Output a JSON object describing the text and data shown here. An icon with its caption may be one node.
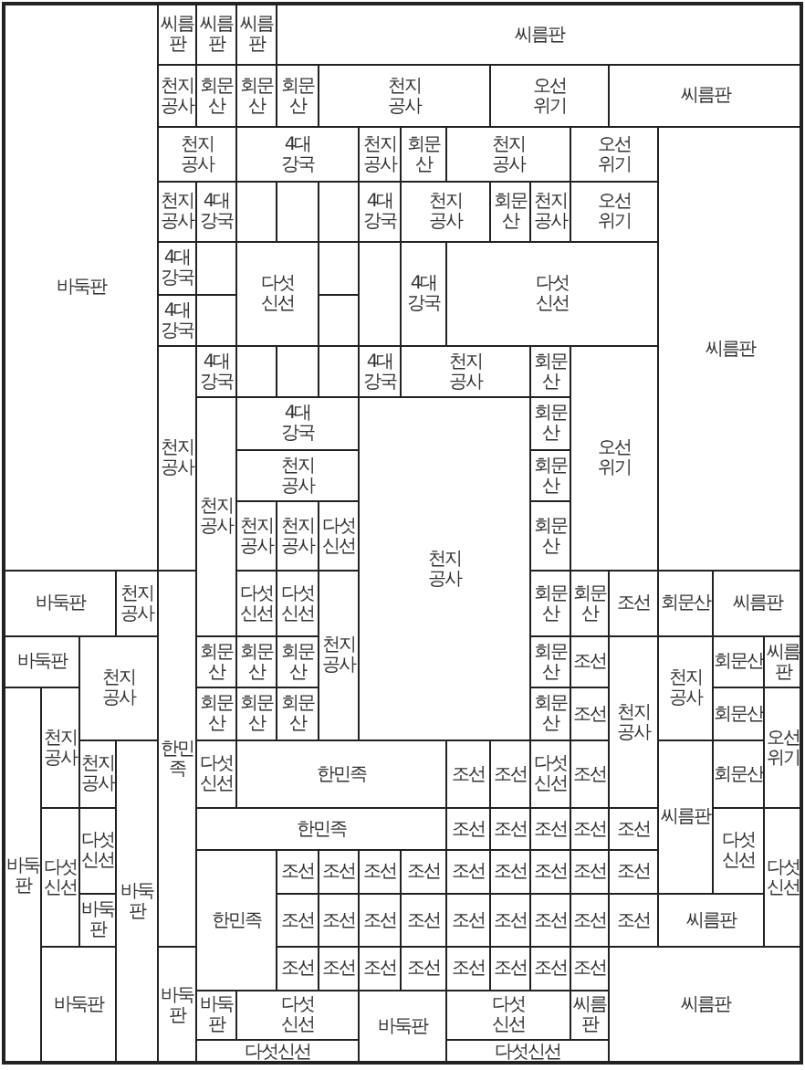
{
  "diagram": {
    "nodes": [
      {
        "text": [
          "바둑판"
        ]
      },
      {
        "text": [
          "씨름판"
        ]
      },
      {
        "text": [
          "씨름판"
        ]
      },
      {
        "text": [
          "씨름판"
        ]
      },
      {
        "text": [
          "씨름판"
        ]
      },
      {
        "text": [
          "천지 공사"
        ]
      },
      {
        "text": [
          "회문산"
        ]
      },
      {
        "text": [
          "회문산"
        ]
      },
      {
        "text": [
          "회문산"
        ]
      },
      {
        "text": [
          "천지 공사"
        ]
      },
      {
        "text": [
          "오선 위기"
        ]
      },
      {
        "text": [
          "씨름판"
        ]
      },
      {
        "text": [
          "천지 공사"
        ]
      },
      {
        "text": [
          "4대 강국"
        ]
      },
      {
        "text": [
          "천지 공사"
        ]
      },
      {
        "text": [
          "회문산"
        ]
      },
      {
        "text": [
          "천지 공사"
        ]
      },
      {
        "text": [
          "오선 위기"
        ]
      },
      {
        "text": [
          "씨름판"
        ]
      },
      {
        "text": [
          "천지 공사"
        ]
      },
      {
        "text": [
          "4대 강국"
        ]
      },
      {
        "text": [
          "4대 강국"
        ]
      },
      {
        "text": [
          "천지 공사"
        ]
      },
      {
        "text": [
          "회문산"
        ]
      },
      {
        "text": [
          "천지 공사"
        ]
      },
      {
        "text": [
          "오선 위기"
        ]
      },
      {
        "text": [
          "4대 강국"
        ]
      },
      {
        "text": [
          "다섯 신선"
        ]
      },
      {
        "text": [
          "4대 강국"
        ]
      },
      {
        "text": [
          "다섯 신선"
        ]
      },
      {
        "text": [
          "4대 강국"
        ]
      },
      {
        "text": [
          "천지 공사"
        ]
      },
      {
        "text": [
          "4대 강국"
        ]
      },
      {
        "text": [
          "4대 강국"
        ]
      },
      {
        "text": [
          "천지 공사"
        ]
      },
      {
        "text": [
          "회문산"
        ]
      },
      {
        "text": [
          "오선 위기"
        ]
      },
      {
        "text": [
          "천지 공사"
        ]
      },
      {
        "text": [
          "4대 강국"
        ]
      },
      {
        "text": [
          "천지 공사"
        ]
      },
      {
        "text": [
          "회문산"
        ]
      },
      {
        "text": [
          "천지 공사"
        ]
      },
      {
        "text": [
          "회문산"
        ]
      },
      {
        "text": [
          "천지 공사"
        ]
      },
      {
        "text": [
          "천지 공사"
        ]
      },
      {
        "text": [
          "다섯 신선"
        ]
      },
      {
        "text": [
          "회문산"
        ]
      },
      {
        "text": [
          "바둑판"
        ]
      },
      {
        "text": [
          "천지 공사"
        ]
      },
      {
        "text": [
          "한민족"
        ]
      },
      {
        "text": [
          "다섯 신선"
        ]
      },
      {
        "text": [
          "다섯 신선"
        ]
      },
      {
        "text": [
          "천지 공사"
        ]
      },
      {
        "text": [
          "회문산"
        ]
      },
      {
        "text": [
          "회문산"
        ]
      },
      {
        "text": [
          "조선"
        ]
      },
      {
        "text": [
          "회문산"
        ]
      },
      {
        "text": [
          "씨름판"
        ]
      },
      {
        "text": [
          "바둑판"
        ]
      },
      {
        "text": [
          "천지 공사"
        ]
      },
      {
        "text": [
          "회문산"
        ]
      },
      {
        "text": [
          "회문산"
        ]
      },
      {
        "text": [
          "회문산"
        ]
      },
      {
        "text": [
          "회문산"
        ]
      },
      {
        "text": [
          "조선"
        ]
      },
      {
        "text": [
          "천지 공사"
        ]
      },
      {
        "text": [
          "천지 공사"
        ]
      },
      {
        "text": [
          "회문산"
        ]
      },
      {
        "text": [
          "씨름판"
        ]
      },
      {
        "text": [
          "바둑판"
        ]
      },
      {
        "text": [
          "천지 공사"
        ]
      },
      {
        "text": [
          "회문산"
        ]
      },
      {
        "text": [
          "회문산"
        ]
      },
      {
        "text": [
          "회문산"
        ]
      },
      {
        "text": [
          "회문산"
        ]
      },
      {
        "text": [
          "조선"
        ]
      },
      {
        "text": [
          "회문산"
        ]
      },
      {
        "text": [
          "오선 위기"
        ]
      },
      {
        "text": [
          "천지 공사"
        ]
      },
      {
        "text": [
          "바둑판"
        ]
      },
      {
        "text": [
          "다섯 신선"
        ]
      },
      {
        "text": [
          "한민족"
        ]
      },
      {
        "text": [
          "조선"
        ]
      },
      {
        "text": [
          "조선"
        ]
      },
      {
        "text": [
          "다섯 신선"
        ]
      },
      {
        "text": [
          "조선"
        ]
      },
      {
        "text": [
          "씨름판"
        ]
      },
      {
        "text": [
          "회문산"
        ]
      },
      {
        "text": [
          "다섯 신선"
        ]
      },
      {
        "text": [
          "다섯 신선"
        ]
      },
      {
        "text": [
          "한민족"
        ]
      },
      {
        "text": [
          "조선"
        ]
      },
      {
        "text": [
          "조선"
        ]
      },
      {
        "text": [
          "조선"
        ]
      },
      {
        "text": [
          "조선"
        ]
      },
      {
        "text": [
          "조선"
        ]
      },
      {
        "text": [
          "다섯 신선"
        ]
      },
      {
        "text": [
          "다섯 신선"
        ]
      },
      {
        "text": [
          "한민족"
        ]
      },
      {
        "text": [
          "조선"
        ]
      },
      {
        "text": [
          "조선"
        ]
      },
      {
        "text": [
          "조선"
        ]
      },
      {
        "text": [
          "조선"
        ]
      },
      {
        "text": [
          "조선"
        ]
      },
      {
        "text": [
          "조선"
        ]
      },
      {
        "text": [
          "조선"
        ]
      },
      {
        "text": [
          "조선"
        ]
      },
      {
        "text": [
          "조선"
        ]
      },
      {
        "text": [
          "바둑판"
        ]
      },
      {
        "text": [
          "조선"
        ]
      },
      {
        "text": [
          "조선"
        ]
      },
      {
        "text": [
          "조선"
        ]
      },
      {
        "text": [
          "조선"
        ]
      },
      {
        "text": [
          "조선"
        ]
      },
      {
        "text": [
          "조선"
        ]
      },
      {
        "text": [
          "조선"
        ]
      },
      {
        "text": [
          "조선"
        ]
      },
      {
        "text": [
          "조선"
        ]
      },
      {
        "text": [
          "씨름판"
        ]
      },
      {
        "text": [
          "바둑판"
        ]
      },
      {
        "text": [
          "바둑판"
        ]
      },
      {
        "text": [
          "조선"
        ]
      },
      {
        "text": [
          "조선"
        ]
      },
      {
        "text": [
          "조선"
        ]
      },
      {
        "text": [
          "조선"
        ]
      },
      {
        "text": [
          "조선"
        ]
      },
      {
        "text": [
          "조선"
        ]
      },
      {
        "text": [
          "조선"
        ]
      },
      {
        "text": [
          "조선"
        ]
      },
      {
        "text": [
          "씨름판"
        ]
      },
      {
        "text": [
          "바둑판"
        ]
      },
      {
        "text": [
          "다섯 신선"
        ]
      },
      {
        "text": [
          "바둑판"
        ]
      },
      {
        "text": [
          "다섯 신선"
        ]
      },
      {
        "text": [
          "씨름판"
        ]
      },
      {
        "text": [
          "다섯신선"
        ]
      },
      {
        "text": [
          "다섯신선"
        ]
      }
    ]
  }
}
